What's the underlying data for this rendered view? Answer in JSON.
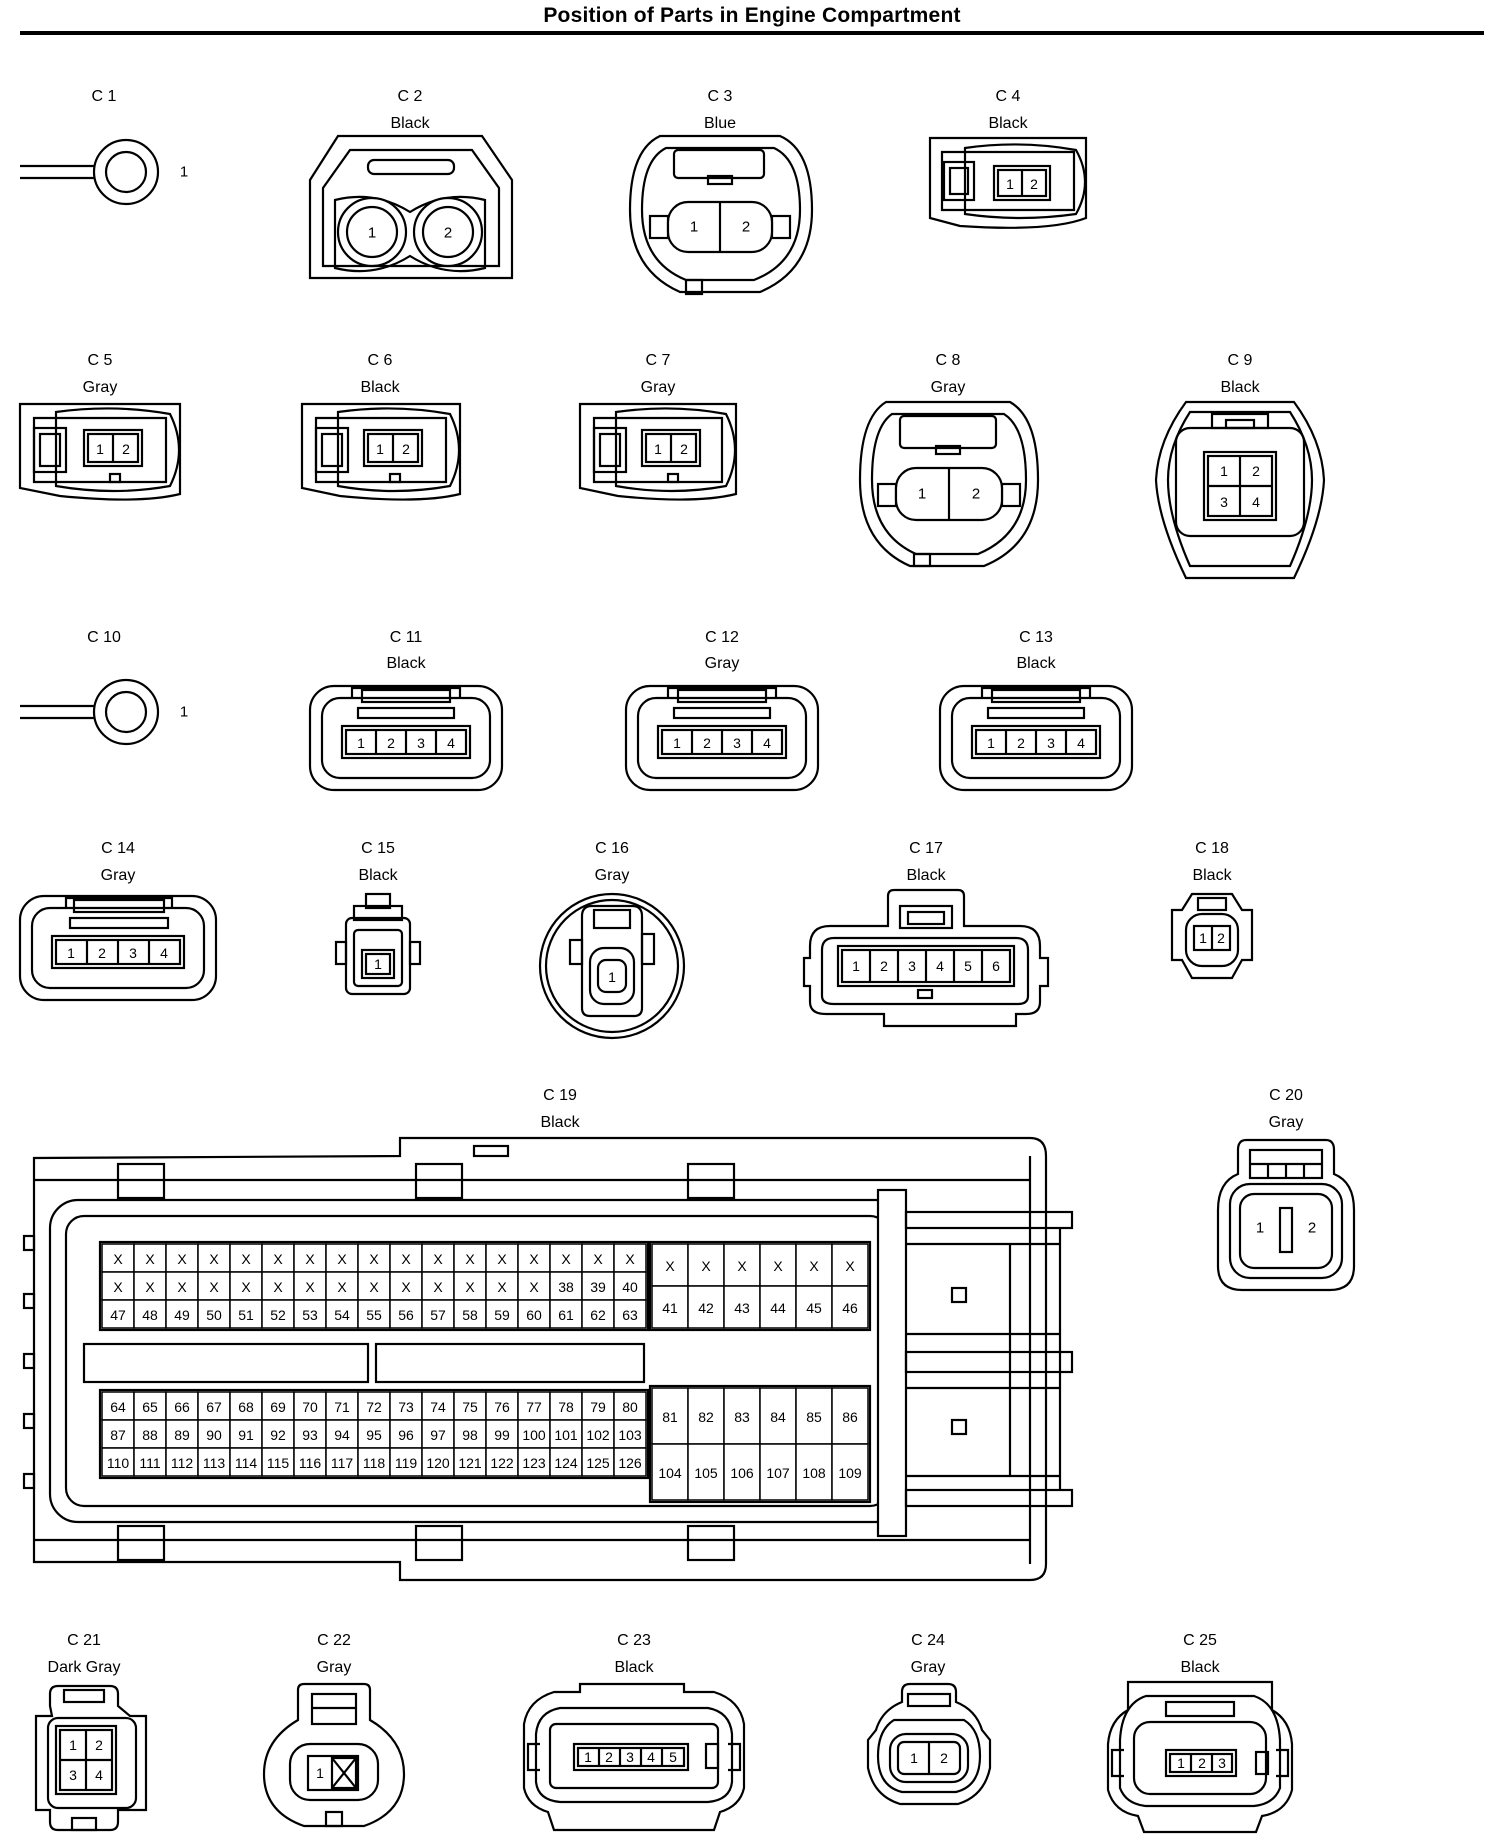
{
  "title": "Position of Parts in Engine Compartment",
  "connectors": {
    "c1": {
      "id": "C 1",
      "color": "",
      "pins": [
        "1"
      ]
    },
    "c2": {
      "id": "C 2",
      "color": "Black",
      "pins": [
        "1",
        "2"
      ]
    },
    "c3": {
      "id": "C 3",
      "color": "Blue",
      "pins": [
        "1",
        "2"
      ]
    },
    "c4": {
      "id": "C 4",
      "color": "Black",
      "pins": [
        "1",
        "2"
      ]
    },
    "c5": {
      "id": "C 5",
      "color": "Gray",
      "pins": [
        "1",
        "2"
      ]
    },
    "c6": {
      "id": "C 6",
      "color": "Black",
      "pins": [
        "1",
        "2"
      ]
    },
    "c7": {
      "id": "C 7",
      "color": "Gray",
      "pins": [
        "1",
        "2"
      ]
    },
    "c8": {
      "id": "C 8",
      "color": "Gray",
      "pins": [
        "1",
        "2"
      ]
    },
    "c9": {
      "id": "C 9",
      "color": "Black",
      "pins": [
        "1",
        "2",
        "3",
        "4"
      ]
    },
    "c10": {
      "id": "C 10",
      "color": "",
      "pins": [
        "1"
      ]
    },
    "c11": {
      "id": "C 11",
      "color": "Black",
      "pins": [
        "1",
        "2",
        "3",
        "4"
      ]
    },
    "c12": {
      "id": "C 12",
      "color": "Gray",
      "pins": [
        "1",
        "2",
        "3",
        "4"
      ]
    },
    "c13": {
      "id": "C 13",
      "color": "Black",
      "pins": [
        "1",
        "2",
        "3",
        "4"
      ]
    },
    "c14": {
      "id": "C 14",
      "color": "Gray",
      "pins": [
        "1",
        "2",
        "3",
        "4"
      ]
    },
    "c15": {
      "id": "C 15",
      "color": "Black",
      "pins": [
        "1"
      ]
    },
    "c16": {
      "id": "C 16",
      "color": "Gray",
      "pins": [
        "1"
      ]
    },
    "c17": {
      "id": "C 17",
      "color": "Black",
      "pins": [
        "1",
        "2",
        "3",
        "4",
        "5",
        "6"
      ]
    },
    "c18": {
      "id": "C 18",
      "color": "Black",
      "pins": [
        "1",
        "2"
      ]
    },
    "c19": {
      "id": "C 19",
      "color": "Black",
      "left_top_rows": [
        [
          "X",
          "X",
          "X",
          "X",
          "X",
          "X",
          "X",
          "X",
          "X",
          "X",
          "X",
          "X",
          "X",
          "X",
          "X",
          "X",
          "X"
        ],
        [
          "X",
          "X",
          "X",
          "X",
          "X",
          "X",
          "X",
          "X",
          "X",
          "X",
          "X",
          "X",
          "X",
          "X",
          "38",
          "39",
          "40"
        ],
        [
          "47",
          "48",
          "49",
          "50",
          "51",
          "52",
          "53",
          "54",
          "55",
          "56",
          "57",
          "58",
          "59",
          "60",
          "61",
          "62",
          "63"
        ]
      ],
      "right_top_rows": [
        [
          "X",
          "X",
          "X",
          "X",
          "X",
          "X"
        ],
        [
          "41",
          "42",
          "43",
          "44",
          "45",
          "46"
        ]
      ],
      "left_bottom_rows": [
        [
          "64",
          "65",
          "66",
          "67",
          "68",
          "69",
          "70",
          "71",
          "72",
          "73",
          "74",
          "75",
          "76",
          "77",
          "78",
          "79",
          "80"
        ],
        [
          "87",
          "88",
          "89",
          "90",
          "91",
          "92",
          "93",
          "94",
          "95",
          "96",
          "97",
          "98",
          "99",
          "100",
          "101",
          "102",
          "103"
        ],
        [
          "110",
          "111",
          "112",
          "113",
          "114",
          "115",
          "116",
          "117",
          "118",
          "119",
          "120",
          "121",
          "122",
          "123",
          "124",
          "125",
          "126"
        ]
      ],
      "right_bottom_rows": [
        [
          "81",
          "82",
          "83",
          "84",
          "85",
          "86"
        ],
        [
          "104",
          "105",
          "106",
          "107",
          "108",
          "109"
        ]
      ]
    },
    "c20": {
      "id": "C 20",
      "color": "Gray",
      "pins": [
        "1",
        "2"
      ]
    },
    "c21": {
      "id": "C 21",
      "color": "Dark Gray",
      "pins": [
        "1",
        "2",
        "3",
        "4"
      ]
    },
    "c22": {
      "id": "C 22",
      "color": "Gray",
      "pins": [
        "1"
      ]
    },
    "c23": {
      "id": "C 23",
      "color": "Black",
      "pins": [
        "1",
        "2",
        "3",
        "4",
        "5"
      ]
    },
    "c24": {
      "id": "C 24",
      "color": "Gray",
      "pins": [
        "1",
        "2"
      ]
    },
    "c25": {
      "id": "C 25",
      "color": "Black",
      "pins": [
        "1",
        "2",
        "3"
      ]
    }
  }
}
